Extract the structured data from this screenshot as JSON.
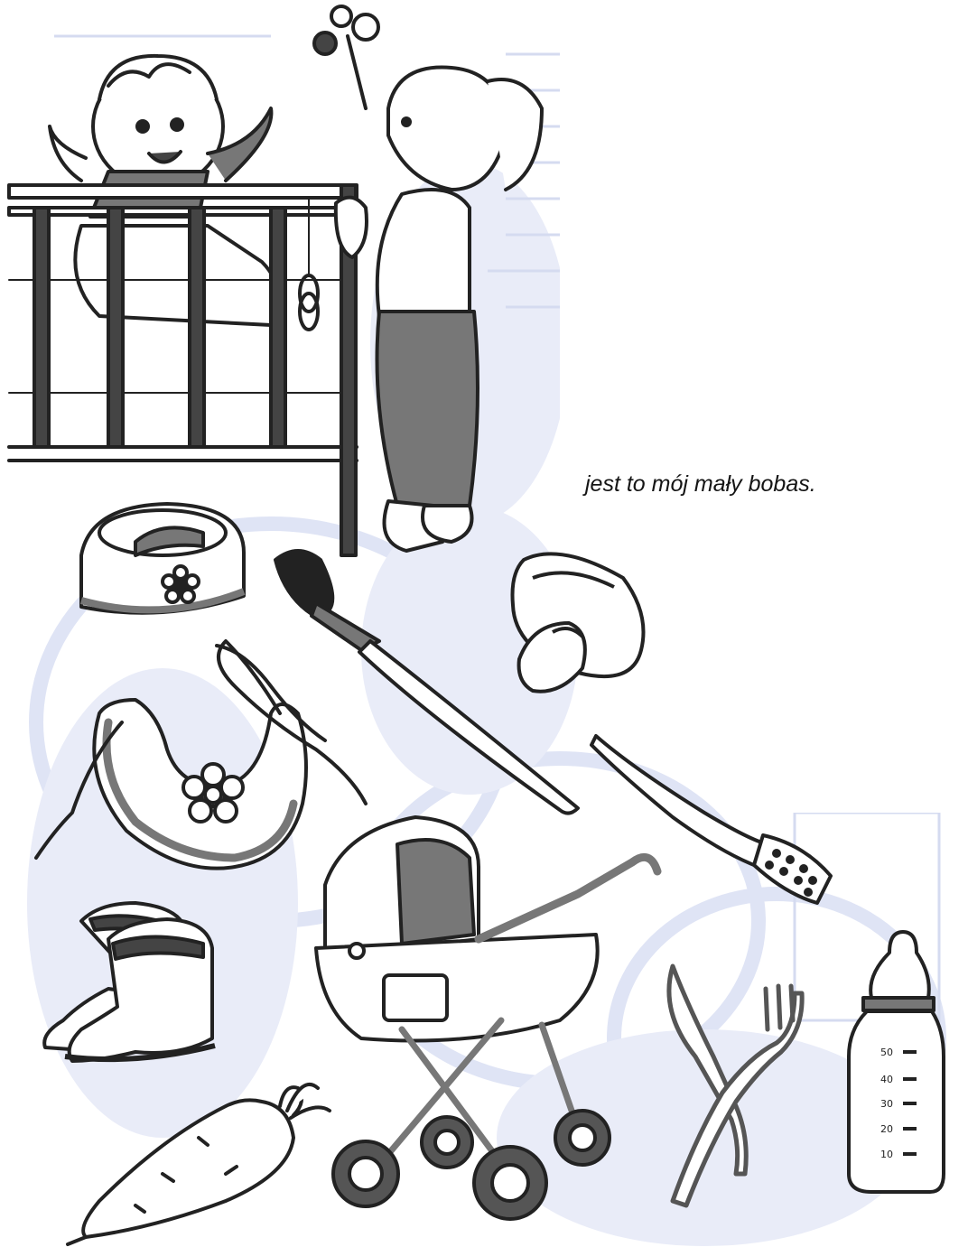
{
  "page": {
    "caption": "jest to mój mały bobas.",
    "background_tint": "#dde2f4",
    "ink": "#222222",
    "shade": "#6f6f6f",
    "paper": "#ffffff"
  },
  "items": [
    {
      "name": "baby-in-crib-and-girl-illustration",
      "depicts": "baby in crib, girl holding rattle"
    },
    {
      "name": "potty-icon",
      "depicts": "potty with flower"
    },
    {
      "name": "paintbrush-icon",
      "depicts": "paint brush"
    },
    {
      "name": "pacifier-icon",
      "depicts": "pacifier"
    },
    {
      "name": "bib-icon",
      "depicts": "bib with strings and flower"
    },
    {
      "name": "hairbrush-icon",
      "depicts": "hair brush"
    },
    {
      "name": "stroller-icon",
      "depicts": "baby stroller"
    },
    {
      "name": "boots-icon",
      "depicts": "fur boots"
    },
    {
      "name": "knife-fork-icon",
      "depicts": "crossed knife and fork"
    },
    {
      "name": "baby-bottle-icon",
      "depicts": "baby bottle"
    },
    {
      "name": "carrot-icon",
      "depicts": "carrot"
    }
  ],
  "bottle_scale": [
    "50",
    "40",
    "30",
    "20",
    "10"
  ]
}
